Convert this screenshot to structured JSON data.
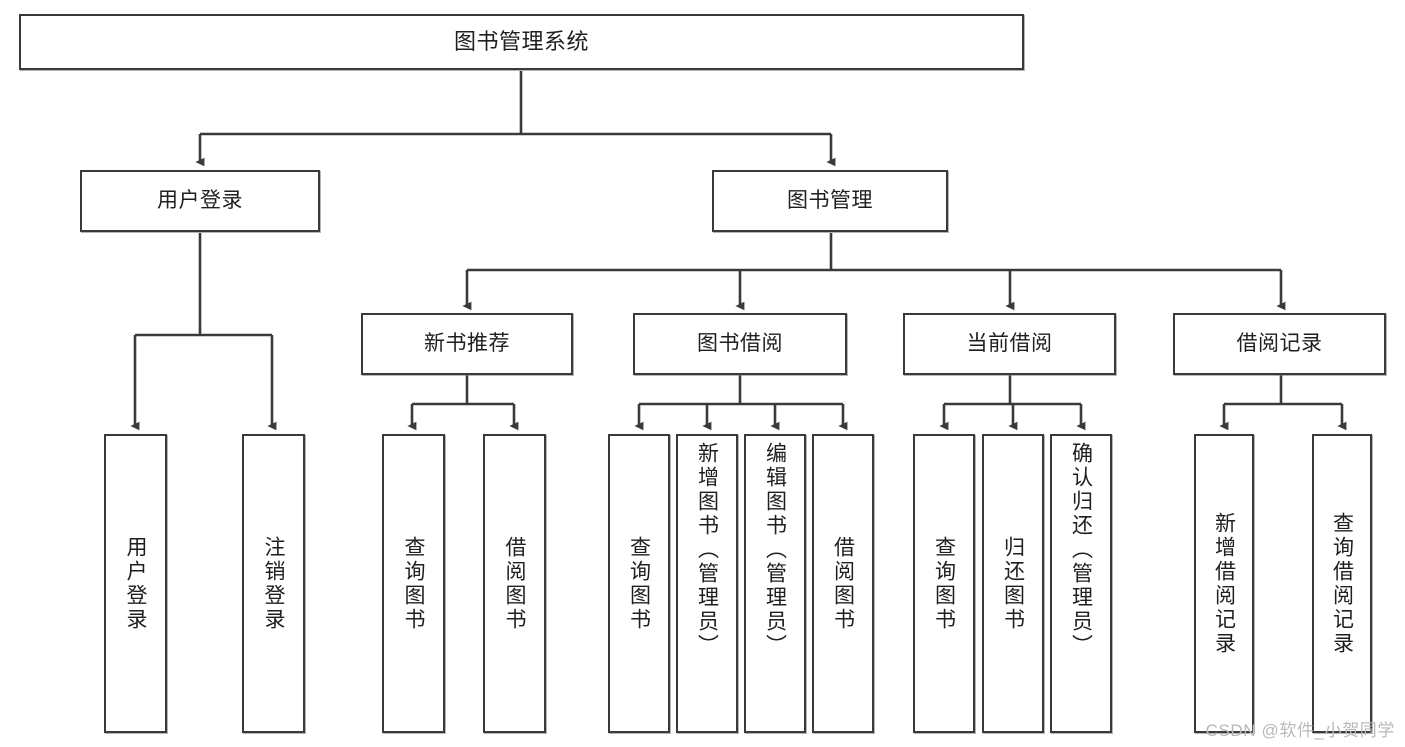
{
  "diagram": {
    "title": "图书管理系统",
    "type": "tree",
    "watermark": "CSDN @软件_小贺同学",
    "line_color": "#3a3a3a",
    "box_fill": "#ffffff",
    "text_color": "#1f1f1f",
    "nodes": {
      "root": {
        "label": "图书管理系统"
      },
      "level2": [
        {
          "id": "user-login",
          "label": "用户登录"
        },
        {
          "id": "book-manage",
          "label": "图书管理"
        }
      ],
      "level3": [
        {
          "id": "new-book-recommend",
          "label": "新书推荐"
        },
        {
          "id": "book-borrow",
          "label": "图书借阅"
        },
        {
          "id": "current-borrow",
          "label": "当前借阅"
        },
        {
          "id": "borrow-record",
          "label": "借阅记录"
        }
      ],
      "leaves": {
        "user_login": [
          {
            "id": "leaf-user-login",
            "label": "用户登录"
          },
          {
            "id": "leaf-logout-login",
            "label": "注销登录"
          }
        ],
        "new_book_recommend": [
          {
            "id": "leaf-query-book-1",
            "label": "查询图书"
          },
          {
            "id": "leaf-borrow-book-1",
            "label": "借阅图书"
          }
        ],
        "book_borrow": [
          {
            "id": "leaf-query-book-2",
            "label": "查询图书"
          },
          {
            "id": "leaf-add-book",
            "label": "新增图书（管理员）"
          },
          {
            "id": "leaf-edit-book",
            "label": "编辑图书（管理员）"
          },
          {
            "id": "leaf-borrow-book-2",
            "label": "借阅图书"
          }
        ],
        "current_borrow": [
          {
            "id": "leaf-query-book-3",
            "label": "查询图书"
          },
          {
            "id": "leaf-return-book",
            "label": "归还图书"
          },
          {
            "id": "leaf-confirm-return",
            "label": "确认归还（管理员）"
          }
        ],
        "borrow_record": [
          {
            "id": "leaf-add-record",
            "label": "新增借阅记录"
          },
          {
            "id": "leaf-query-record",
            "label": "查询借阅记录"
          }
        ]
      }
    }
  }
}
